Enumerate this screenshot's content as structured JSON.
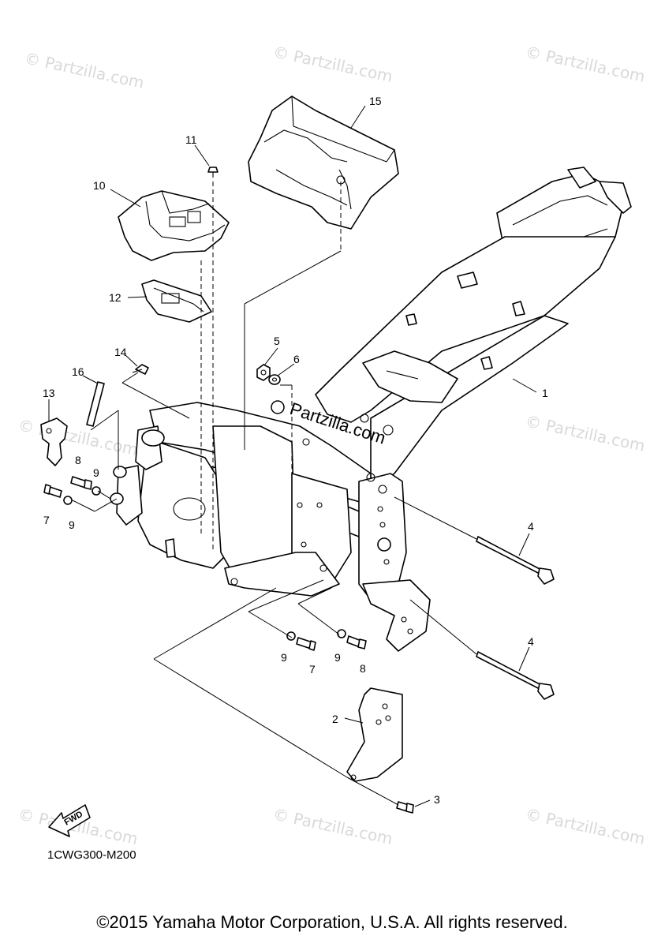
{
  "diagram": {
    "code": "1CWG300-M200",
    "copyright": "©2015 Yamaha Motor Corporation, U.S.A. All rights reserved.",
    "fwd_label": "FWD",
    "center_watermark": "Partzilla.com",
    "watermark_text": "© Partzilla.com",
    "callouts": [
      "1",
      "2",
      "3",
      "4",
      "4",
      "5",
      "6",
      "7",
      "7",
      "8",
      "8",
      "9",
      "9",
      "9",
      "9",
      "10",
      "11",
      "12",
      "13",
      "14",
      "15",
      "16"
    ]
  }
}
